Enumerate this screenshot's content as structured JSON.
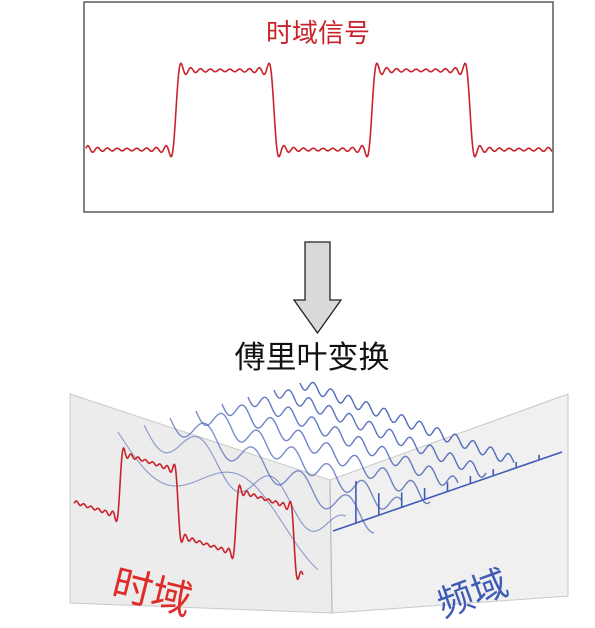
{
  "top_panel": {
    "title": "时域信号"
  },
  "arrow": {
    "label": "傅里叶变换"
  },
  "bottom_panel": {
    "time_domain_label": "时域",
    "frequency_domain_label": "频域"
  },
  "colors": {
    "time_signal": "#c8232a",
    "frequency": "#3f5bb5",
    "panel_fill": "#ebebeb",
    "arrow_fill": "#d9d9d9"
  }
}
